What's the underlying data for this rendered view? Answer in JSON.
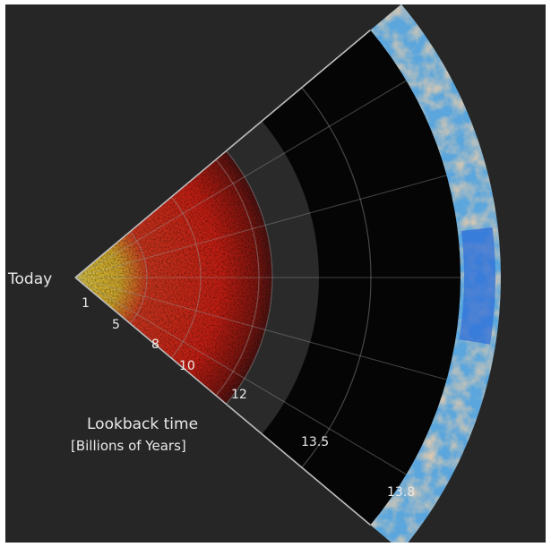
{
  "origin_label": "Today",
  "axis_title": {
    "line1": "Lookback time",
    "line2": "[Billions of Years]"
  },
  "ticks": [
    {
      "value": "1"
    },
    {
      "value": "5"
    },
    {
      "value": "8"
    },
    {
      "value": "10"
    },
    {
      "value": "12"
    },
    {
      "value": "13.5"
    },
    {
      "value": "13.8"
    }
  ],
  "colors": {
    "background": "#262626",
    "recent_universe": "#c8b826",
    "galaxy_era": "#d1281a",
    "dark_ages": "#050505",
    "cmb_warm": "#e0a468",
    "cmb_cool": "#2d6fd6",
    "grid_lines": "#9a9a9a"
  }
}
